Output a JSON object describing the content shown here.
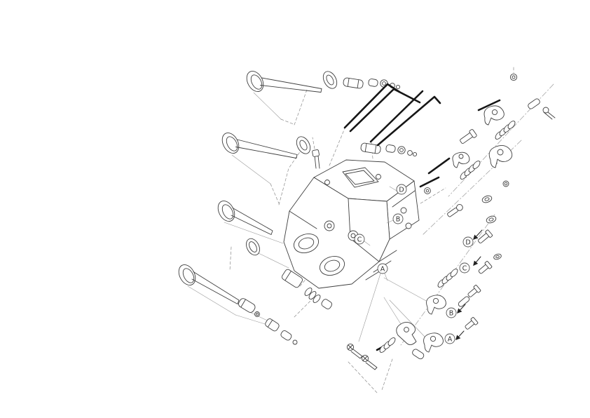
{
  "diagram": {
    "background_color": "#ffffff",
    "line_color": "#3f3f3f",
    "bold_line_color": "#161616",
    "callouts": [
      {
        "label": "D"
      },
      {
        "label": "B"
      },
      {
        "label": "C"
      },
      {
        "label": "A"
      },
      {
        "label": "D"
      },
      {
        "label": "C"
      },
      {
        "label": "B"
      },
      {
        "label": "A"
      }
    ]
  }
}
